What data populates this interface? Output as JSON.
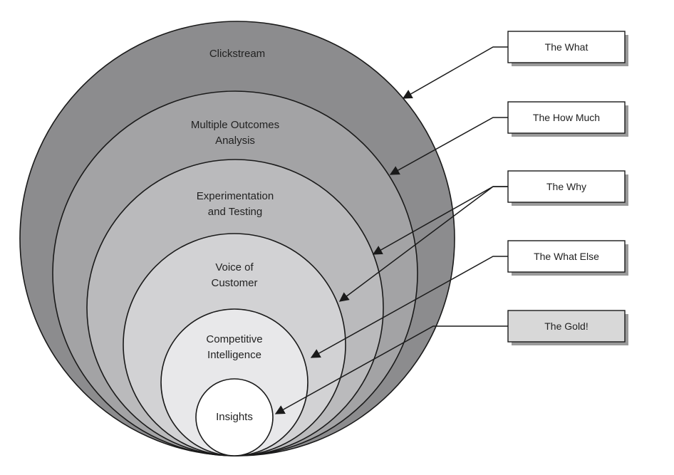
{
  "rings": [
    {
      "lines": [
        "Clickstream"
      ],
      "fill": "#8c8c8e"
    },
    {
      "lines": [
        "Multiple Outcomes",
        "Analysis"
      ],
      "fill": "#a3a3a5"
    },
    {
      "lines": [
        "Experimentation",
        "and Testing"
      ],
      "fill": "#bababc"
    },
    {
      "lines": [
        "Voice of",
        "Customer"
      ],
      "fill": "#d2d2d4"
    },
    {
      "lines": [
        "Competitive",
        "Intelligence"
      ],
      "fill": "#e8e8ea"
    },
    {
      "lines": [
        "Insights"
      ],
      "fill": "#ffffff"
    }
  ],
  "labels": [
    {
      "text": "The What",
      "fill": "#ffffff"
    },
    {
      "text": "The How Much",
      "fill": "#ffffff"
    },
    {
      "text": "The Why",
      "fill": "#ffffff"
    },
    {
      "text": "The What Else",
      "fill": "#ffffff"
    },
    {
      "text": "The Gold!",
      "fill": "#d8d8d8"
    }
  ],
  "colors": {
    "stroke": "#1a1a1a",
    "shadow": "#9a9a9a"
  }
}
